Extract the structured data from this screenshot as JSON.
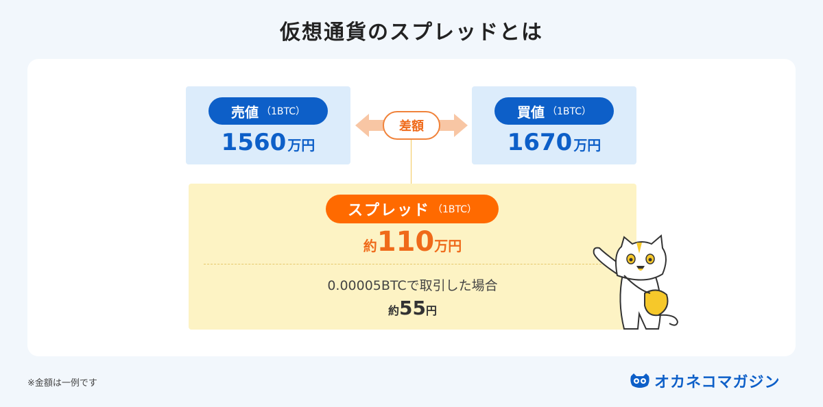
{
  "title": "仮想通貨のスプレッドとは",
  "sell": {
    "label": "売値",
    "unit_note": "（1BTC）",
    "value": "1560",
    "unit": "万円"
  },
  "buy": {
    "label": "買値",
    "unit_note": "（1BTC）",
    "value": "1670",
    "unit": "万円"
  },
  "difference": {
    "label": "差額"
  },
  "spread": {
    "label": "スプレッド",
    "unit_note": "（1BTC）",
    "prefix": "約",
    "value": "110",
    "unit": "万円",
    "example_text": "0.00005BTCで取引した場合",
    "example_prefix": "約",
    "example_value": "55",
    "example_unit": "円"
  },
  "footnote": "※金額は一例です",
  "brand": {
    "name": "オカネコマガジン",
    "icon": "okaneko-logo-icon"
  },
  "colors": {
    "accent_blue": "#0d5fc8",
    "accent_orange": "#ff6a00",
    "box_blue": "#dcecfb",
    "box_yellow": "#fdf3c4"
  }
}
